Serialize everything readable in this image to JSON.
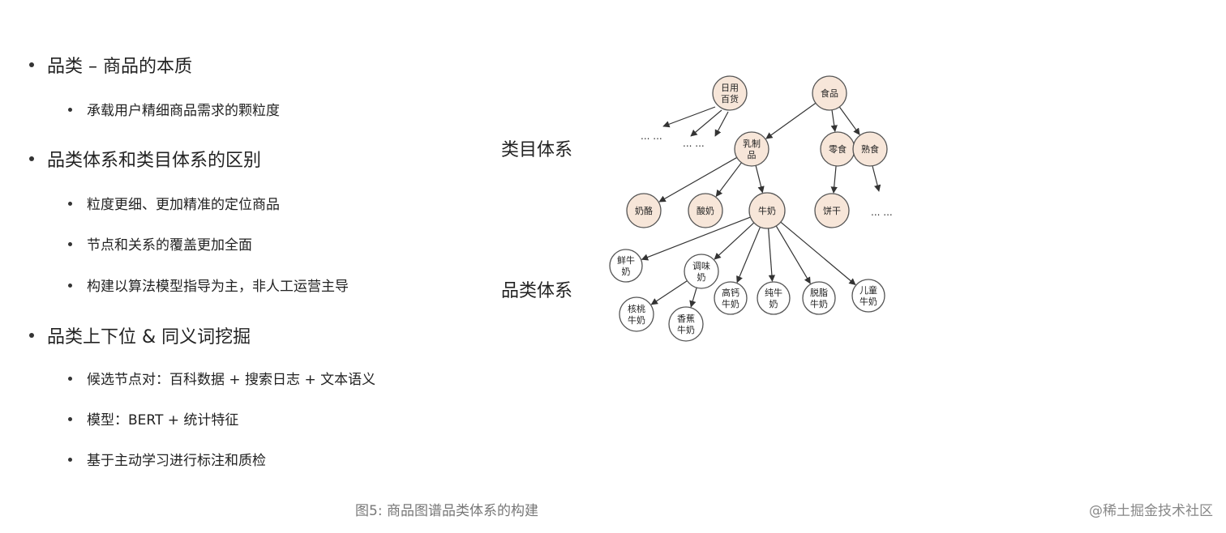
{
  "bullets": [
    {
      "text": "品类 – 商品的本质",
      "sub": [
        "承载用户精细商品需求的颗粒度"
      ]
    },
    {
      "text": "品类体系和类目体系的区别",
      "sub": [
        "粒度更细、更加精准的定位商品",
        "节点和关系的覆盖更加全面",
        "构建以算法模型指导为主，非人工运营主导"
      ]
    },
    {
      "text": "品类上下位 & 同义词挖掘",
      "sub": [
        "候选节点对：百科数据 + 搜索日志 + 文本语义",
        "模型：BERT + 统计特征",
        "基于主动学习进行标注和质检"
      ]
    }
  ],
  "labels": {
    "category_system": "类目体系",
    "product_class_system": "品类体系"
  },
  "diagram": {
    "colors": {
      "category_fill": "#f7e6d9",
      "product_fill": "#ffffff",
      "stroke": "#555555"
    },
    "nodes": [
      {
        "id": "riyong",
        "lines": [
          "日用",
          "百货"
        ],
        "kind": "category"
      },
      {
        "id": "shipin",
        "lines": [
          "食品"
        ],
        "kind": "category"
      },
      {
        "id": "ruzhipin",
        "lines": [
          "乳制",
          "品"
        ],
        "kind": "category"
      },
      {
        "id": "lingshi",
        "lines": [
          "零食"
        ],
        "kind": "category"
      },
      {
        "id": "shushi",
        "lines": [
          "熟食"
        ],
        "kind": "category"
      },
      {
        "id": "nailao",
        "lines": [
          "奶酪"
        ],
        "kind": "category"
      },
      {
        "id": "suannai",
        "lines": [
          "酸奶"
        ],
        "kind": "category"
      },
      {
        "id": "niunai",
        "lines": [
          "牛奶"
        ],
        "kind": "category"
      },
      {
        "id": "binggan",
        "lines": [
          "饼干"
        ],
        "kind": "category"
      },
      {
        "id": "xianniunai",
        "lines": [
          "鲜牛",
          "奶"
        ],
        "kind": "product"
      },
      {
        "id": "tiaoweinai",
        "lines": [
          "调味",
          "奶"
        ],
        "kind": "product"
      },
      {
        "id": "gaogainiunai",
        "lines": [
          "高钙",
          "牛奶"
        ],
        "kind": "product"
      },
      {
        "id": "chunniunai",
        "lines": [
          "纯牛",
          "奶"
        ],
        "kind": "product"
      },
      {
        "id": "tuozhiniunai",
        "lines": [
          "脱脂",
          "牛奶"
        ],
        "kind": "product"
      },
      {
        "id": "ertongniunai",
        "lines": [
          "儿童",
          "牛奶"
        ],
        "kind": "product"
      },
      {
        "id": "hetaoniunai",
        "lines": [
          "核桃",
          "牛奶"
        ],
        "kind": "product"
      },
      {
        "id": "xiangjiaoniunai",
        "lines": [
          "香蕉",
          "牛奶"
        ],
        "kind": "product"
      }
    ],
    "edges": [
      [
        "shipin",
        "ruzhipin"
      ],
      [
        "shipin",
        "lingshi"
      ],
      [
        "shipin",
        "shushi"
      ],
      [
        "ruzhipin",
        "nailao"
      ],
      [
        "ruzhipin",
        "suannai"
      ],
      [
        "ruzhipin",
        "niunai"
      ],
      [
        "lingshi",
        "binggan"
      ],
      [
        "niunai",
        "xianniunai"
      ],
      [
        "niunai",
        "tiaoweinai"
      ],
      [
        "niunai",
        "gaogainiunai"
      ],
      [
        "niunai",
        "chunniunai"
      ],
      [
        "niunai",
        "tuozhiniunai"
      ],
      [
        "niunai",
        "ertongniunai"
      ],
      [
        "tiaoweinai",
        "hetaoniunai"
      ],
      [
        "tiaoweinai",
        "xiangjiaoniunai"
      ]
    ],
    "ellipsis_text": "... ..."
  },
  "caption": "图5: 商品图谱品类体系的构建",
  "watermark": "@稀土掘金技术社区"
}
